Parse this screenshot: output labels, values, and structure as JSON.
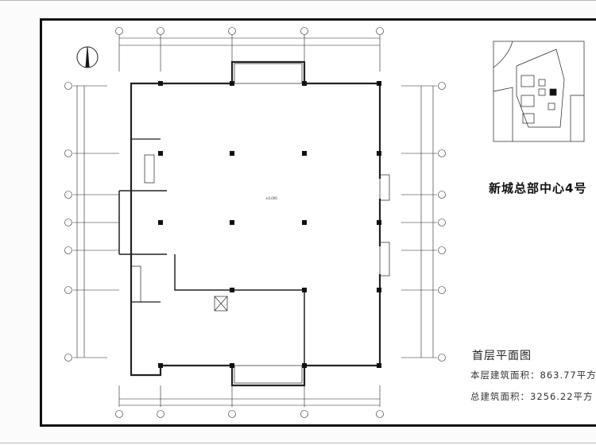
{
  "drawing": {
    "project_title": "新城总部中心4号",
    "plan_title": "首层平面图",
    "floor_area_label": "本层建筑面积：863.77平方",
    "total_area_label": "总建筑面积：3256.22平方",
    "level_mark": "±0.000"
  },
  "icons": [
    "north-arrow-icon",
    "site-key-map"
  ]
}
